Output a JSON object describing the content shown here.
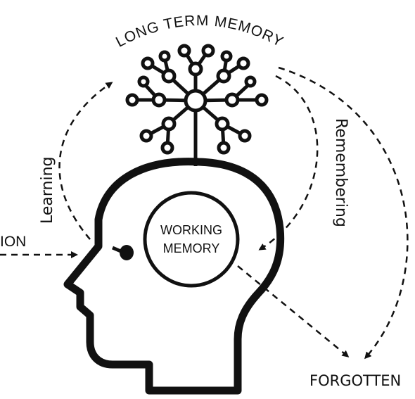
{
  "diagram": {
    "long_term_memory": "LONG TERM MEMORY",
    "working_memory_line1": "WORKING",
    "working_memory_line2": "MEMORY",
    "learning": "Learning",
    "remembering": "Remembering",
    "input_partial": "ION",
    "forgotten": "FORGOTTEN"
  },
  "colors": {
    "ink": "#111111",
    "background": "#ffffff"
  }
}
